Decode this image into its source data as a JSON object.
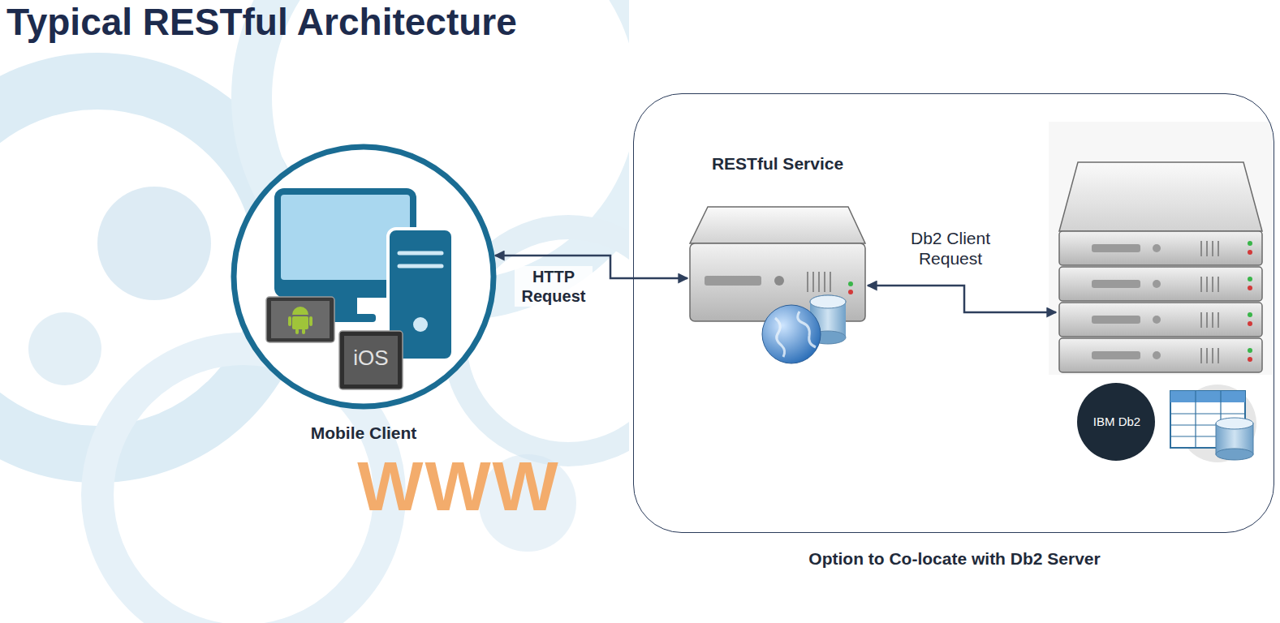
{
  "diagram": {
    "title": "Typical RESTful Architecture",
    "nodes": [
      {
        "text": [
          "Mobile Client"
        ]
      },
      {
        "text": [
          "Option to Co-locate with Db2 Server"
        ]
      },
      {
        "text": [
          "RESTful Service"
        ],
        "in": 1
      },
      {
        "text": [
          "IBM Db2"
        ],
        "in": 1
      }
    ],
    "edges": [
      {
        "from": 0,
        "to": 2,
        "label": "HTTP Request",
        "arrow": "both"
      },
      {
        "from": 2,
        "to": 3,
        "label": "Db2 Client Request",
        "arrow": "both"
      }
    ],
    "labels": [
      "iOS",
      "WWW"
    ]
  }
}
